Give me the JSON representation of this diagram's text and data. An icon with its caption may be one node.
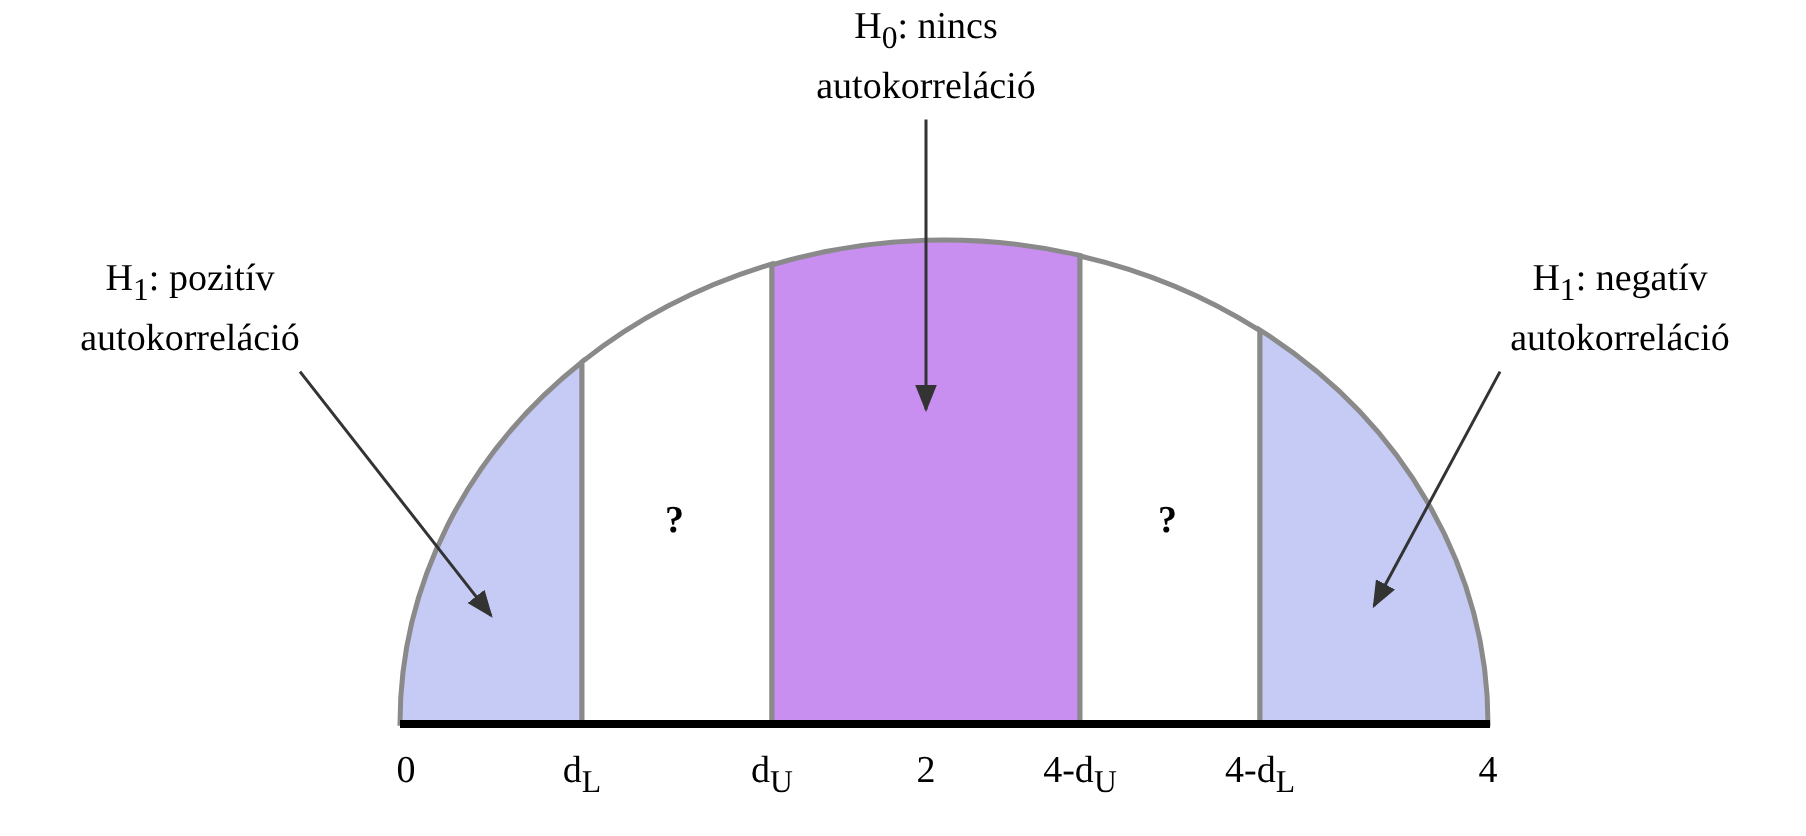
{
  "diagram": {
    "nodes": [
      {
        "text": [
          "H$_{1}$: pozitív autokorreláció"
        ]
      },
      {
        "text": [
          "H$_{0}$: nincs autokorreláció"
        ]
      },
      {
        "text": [
          "H$_{1}$: negatív autokorreláció"
        ]
      },
      {
        "text": [],
        "shape": "bar"
      },
      {
        "text": [
          "?"
        ]
      },
      {
        "text": [],
        "shape": "bar"
      },
      {
        "text": [
          "?"
        ]
      },
      {
        "text": [],
        "shape": "bar"
      }
    ],
    "edges": [
      {
        "from": 0,
        "to": 3,
        "arrow": "to"
      },
      {
        "from": 1,
        "to": 5,
        "arrow": "to"
      },
      {
        "from": 2,
        "to": 7,
        "arrow": "to"
      }
    ],
    "labels": [
      "0",
      "d$_{L}$",
      "d$_{U}$",
      "2",
      "4-d$_{U}$",
      "4-d$_{L}$",
      "4"
    ]
  }
}
